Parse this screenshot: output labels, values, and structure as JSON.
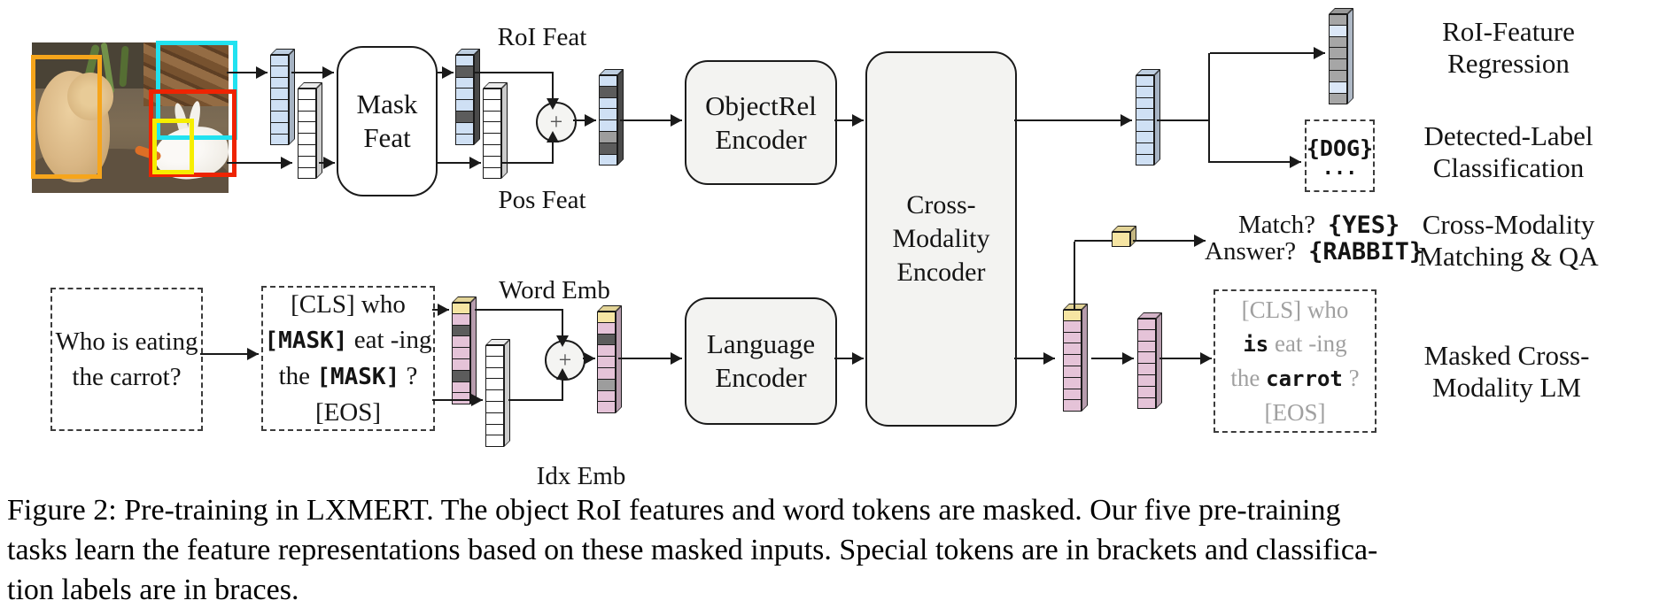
{
  "caption": {
    "lines": [
      "Figure 2: Pre-training in LXMERT. The object RoI features and word tokens are masked.  Our five pre-training",
      "tasks learn the feature representations based on these masked inputs. Special tokens are in brackets and classifica-",
      "tion labels are in braces."
    ]
  },
  "labels": {
    "mask_feat": [
      "Mask",
      "Feat"
    ],
    "objectrel_encoder": [
      "ObjectRel",
      "Encoder"
    ],
    "language_encoder": [
      "Language",
      "Encoder"
    ],
    "cross_modality_encoder": [
      "Cross-",
      "Modality",
      "Encoder"
    ],
    "roi_feat": "RoI Feat",
    "pos_feat": "Pos Feat",
    "word_emb": "Word Emb",
    "idx_emb": "Idx Emb",
    "plus": "+"
  },
  "tasks": {
    "roi_feature_regression": [
      "RoI-Feature",
      "Regression"
    ],
    "detected_label_classification": [
      "Detected-Label",
      "Classification"
    ],
    "cross_modality_matching_qa": [
      "Cross-Modality",
      "Matching & QA"
    ],
    "masked_cross_modality_lm": [
      "Masked Cross-",
      "Modality LM"
    ],
    "match_question": "Match?",
    "match_answer": "{YES}",
    "qa_question": "Answer?",
    "qa_answer": "{RABBIT}"
  },
  "text_boxes": {
    "question": [
      "Who is eating",
      "the carrot?"
    ],
    "masked_tokens": [
      [
        {
          "t": "[CLS] who"
        }
      ],
      [
        {
          "t": "[MASK]",
          "mono": true
        },
        {
          "t": " eat -ing"
        }
      ],
      [
        {
          "t": "the ",
          "mono": false
        },
        {
          "t": "[MASK]",
          "mono": true
        },
        {
          "t": " ?"
        }
      ],
      [
        {
          "t": "[EOS]"
        }
      ]
    ],
    "predicted_tokens": [
      [
        {
          "t": "[CLS] who",
          "gray": true
        }
      ],
      [
        {
          "t": "is",
          "mono": true
        },
        {
          "t": " eat -ing",
          "gray": true
        }
      ],
      [
        {
          "t": "the ",
          "gray": true
        },
        {
          "t": "carrot",
          "mono": true
        },
        {
          "t": " ?",
          "gray": true
        }
      ],
      [
        {
          "t": "[EOS]",
          "gray": true
        }
      ]
    ],
    "detected_label": {
      "token": "{DOG}",
      "ellipsis": "..."
    }
  },
  "palette": {
    "blue": "#cfe0f4",
    "grayblue": "#dbe7f7",
    "white": "#ffffff",
    "dark": "#5c5c5c",
    "mid": "#9d9d9d",
    "gray": "#a6a6a6",
    "pink": "#e5c3d8",
    "yellow": "#f6e5a3"
  },
  "photo": {
    "box_colors": {
      "dog": "#f6a51b",
      "background": "#21e2f0",
      "rabbit": "#ee2403",
      "carrot": "#f6ee00"
    }
  },
  "vectors": {
    "vis_in_feat": {
      "cells": [
        "blue",
        "blue",
        "blue",
        "blue",
        "blue",
        "blue",
        "blue",
        "blue"
      ],
      "hatch": true
    },
    "vis_in_pos": {
      "cells": [
        "white",
        "white",
        "white",
        "white",
        "white",
        "white",
        "white",
        "white"
      ],
      "hatch": true
    },
    "roi_masked": {
      "cells": [
        "blue",
        "dark",
        "blue",
        "blue",
        "blue",
        "dark",
        "blue",
        "blue"
      ],
      "hatch": true
    },
    "pos_out": {
      "cells": [
        "white",
        "white",
        "white",
        "white",
        "white",
        "white",
        "white",
        "white"
      ],
      "hatch": true
    },
    "vis_merged": {
      "cells": [
        "blue",
        "dark",
        "blue",
        "blue",
        "blue",
        "mid",
        "dark",
        "blue"
      ],
      "hatch": false
    },
    "vis_out": {
      "cells": [
        "blue",
        "blue",
        "blue",
        "blue",
        "blue",
        "blue",
        "blue",
        "blue"
      ],
      "hatch": false
    },
    "roi_regression": {
      "cells": [
        "gray",
        "grayblue",
        "gray",
        "gray",
        "gray",
        "gray",
        "grayblue",
        "gray"
      ],
      "hatch": false
    },
    "word_emb": {
      "cells": [
        "yellow",
        "pink",
        "dark",
        "pink",
        "pink",
        "pink",
        "dark",
        "pink",
        "pink"
      ],
      "hatch": true
    },
    "idx_emb": {
      "cells": [
        "white",
        "white",
        "white",
        "white",
        "white",
        "white",
        "white",
        "white",
        "white"
      ],
      "hatch": true
    },
    "lang_merged": {
      "cells": [
        "yellow",
        "pink",
        "dark",
        "pink",
        "pink",
        "pink",
        "mid",
        "pink",
        "pink"
      ],
      "hatch": true
    },
    "lang_out": {
      "cells": [
        "yellow",
        "pink",
        "pink",
        "pink",
        "pink",
        "pink",
        "pink",
        "pink",
        "pink"
      ],
      "hatch": true
    },
    "lang_out2": {
      "cells": [
        "pink",
        "pink",
        "pink",
        "pink",
        "pink",
        "pink",
        "pink",
        "pink"
      ],
      "hatch": true
    },
    "cls_token": {
      "cells": [
        "yellow"
      ],
      "hatch": false,
      "cellH": 17
    }
  }
}
